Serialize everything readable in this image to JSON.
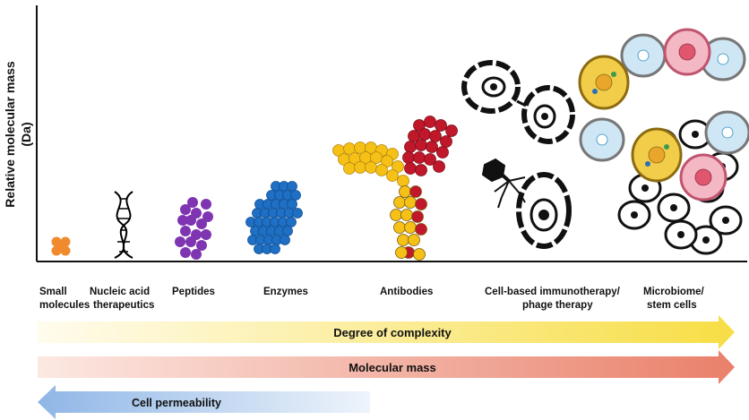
{
  "axis": {
    "y_label_line1": "Relative molecular mass",
    "y_label_line2": "(Da)"
  },
  "categories": [
    {
      "line1": "Small",
      "line2": "molecules",
      "icon": "small-molecule-cluster",
      "color": "#F08A2C"
    },
    {
      "line1": "Nucleic acid",
      "line2": "therapeutics",
      "icon": "dna-helix-icon",
      "color": "#000000"
    },
    {
      "line1": "Peptides",
      "line2": "",
      "icon": "peptide-cluster",
      "color": "#7F35B2"
    },
    {
      "line1": "Enzymes",
      "line2": "",
      "icon": "enzyme-cluster",
      "color": "#1F6FC4"
    },
    {
      "line1": "Antibodies",
      "line2": "",
      "icon": "antibody-y-shape",
      "colors": [
        "#F5C116",
        "#C0182A"
      ]
    },
    {
      "line1": "Cell-based immunotherapy/",
      "line2": "phage therapy",
      "icon": "cells-and-phage-icon",
      "color": "#000000"
    },
    {
      "line1": "Microbiome/",
      "line2": "stem cells",
      "icon": "cell-collage-icon",
      "colors": [
        "#F2CD4A",
        "#F4B7C4",
        "#CFE6F5"
      ]
    }
  ],
  "arrows": {
    "complexity": {
      "label": "Degree of complexity",
      "direction": "right",
      "color": "#F5E17A"
    },
    "mass": {
      "label": "Molecular mass",
      "direction": "right",
      "color": "#E9806A"
    },
    "permeability": {
      "label": "Cell permeability",
      "direction": "left",
      "color": "#8FB6E6"
    }
  }
}
